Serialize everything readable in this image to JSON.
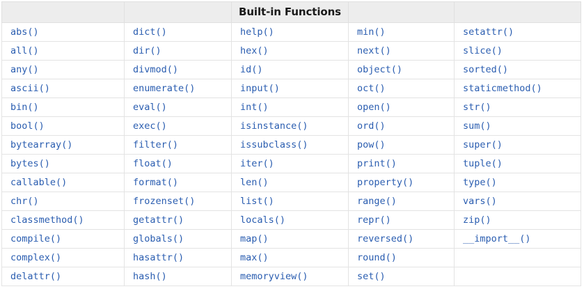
{
  "table": {
    "caption_text": "Built-in Functions",
    "caption_column_index": 2,
    "text_color": "#2a5db0",
    "header_bg": "#ededed",
    "header_text_color": "#1a1a1a",
    "border_color": "#e3e3e3",
    "headers": [
      "",
      "",
      "Built-in Functions",
      "",
      ""
    ],
    "rows": [
      [
        "abs()",
        "dict()",
        "help()",
        "min()",
        "setattr()"
      ],
      [
        "all()",
        "dir()",
        "hex()",
        "next()",
        "slice()"
      ],
      [
        "any()",
        "divmod()",
        "id()",
        "object()",
        "sorted()"
      ],
      [
        "ascii()",
        "enumerate()",
        "input()",
        "oct()",
        "staticmethod()"
      ],
      [
        "bin()",
        "eval()",
        "int()",
        "open()",
        "str()"
      ],
      [
        "bool()",
        "exec()",
        "isinstance()",
        "ord()",
        "sum()"
      ],
      [
        "bytearray()",
        "filter()",
        "issubclass()",
        "pow()",
        "super()"
      ],
      [
        "bytes()",
        "float()",
        "iter()",
        "print()",
        "tuple()"
      ],
      [
        "callable()",
        "format()",
        "len()",
        "property()",
        "type()"
      ],
      [
        "chr()",
        "frozenset()",
        "list()",
        "range()",
        "vars()"
      ],
      [
        "classmethod()",
        "getattr()",
        "locals()",
        "repr()",
        "zip()"
      ],
      [
        "compile()",
        "globals()",
        "map()",
        "reversed()",
        "__import__()"
      ],
      [
        "complex()",
        "hasattr()",
        "max()",
        "round()",
        ""
      ],
      [
        "delattr()",
        "hash()",
        "memoryview()",
        "set()",
        ""
      ]
    ]
  }
}
